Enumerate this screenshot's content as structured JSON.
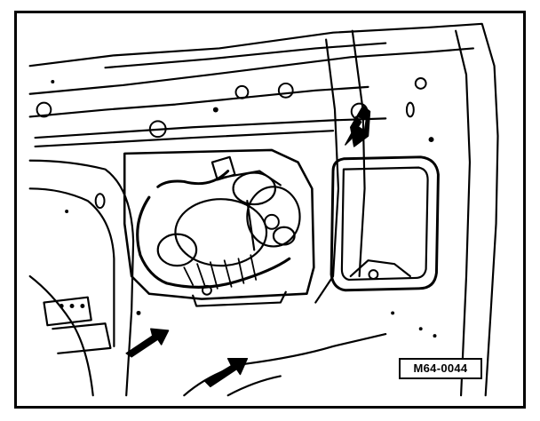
{
  "figure": {
    "reference_code": "M64-0044",
    "colors": {
      "line": "#000000",
      "background": "#ffffff"
    },
    "callouts": [
      {
        "name": "arrow-upper-right-bolt"
      },
      {
        "name": "arrow-lower-left-bolt"
      },
      {
        "name": "arrow-lower-center-bolt"
      }
    ]
  }
}
